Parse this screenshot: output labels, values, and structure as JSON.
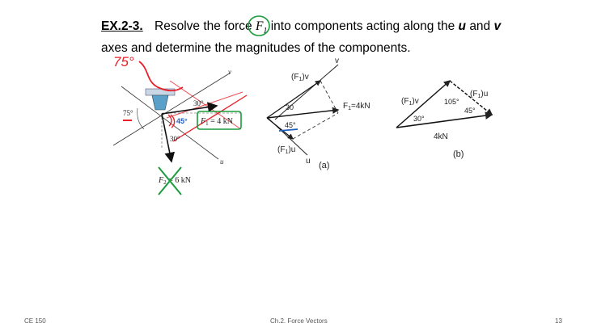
{
  "problem": {
    "number": "EX.2-3.",
    "text_1": "Resolve the force ",
    "force_symbol": "F",
    "force_sub": "1",
    "text_2": " into components acting along the ",
    "axis_u": "u",
    "text_3": " and ",
    "axis_v": "v",
    "text_4": " axes and determine the magnitudes of the components."
  },
  "figure_main": {
    "v_axis": "v",
    "u_axis": "u",
    "angle_30_top": "30°",
    "angle_30_bottom": "30°",
    "angle_75": "75°",
    "f1_label": "F",
    "f1_sub": "1",
    "f1_value": " = 4 kN",
    "f2_label": "F",
    "f2_sub": "2",
    "f2_value": " = 6 kN",
    "annotation_75": "75°",
    "annotation_45": "45°"
  },
  "figure_a": {
    "v_axis": "v",
    "u_axis": "u",
    "fv_label": "(F",
    "fv_sub": "1",
    "fv_end": ")v",
    "fu_label": "(F",
    "fu_sub": "1",
    "fu_end": ")u",
    "f1_label": "F",
    "f1_sub": "1",
    "f1_value": "=4kN",
    "angle_30": "30",
    "angle_45": "45°",
    "caption": "(a)"
  },
  "figure_b": {
    "fv_label": "(F",
    "fv_sub": "1",
    "fv_end": ")v",
    "fu_label": "(F",
    "fu_sub": "1",
    "fu_end": ")u",
    "angle_105": "105°",
    "angle_30": "30°",
    "angle_45": "45°",
    "magnitude": "4kN",
    "caption": "(b)"
  },
  "footer": {
    "course": "CE 150",
    "chapter": "Ch.2. Force Vectors",
    "page": "13"
  },
  "colors": {
    "red_annotation": "#e8202a",
    "green_annotation": "#1a9c3c",
    "blue_annotation": "#1f5fbf",
    "ink": "#1a1a1a"
  }
}
